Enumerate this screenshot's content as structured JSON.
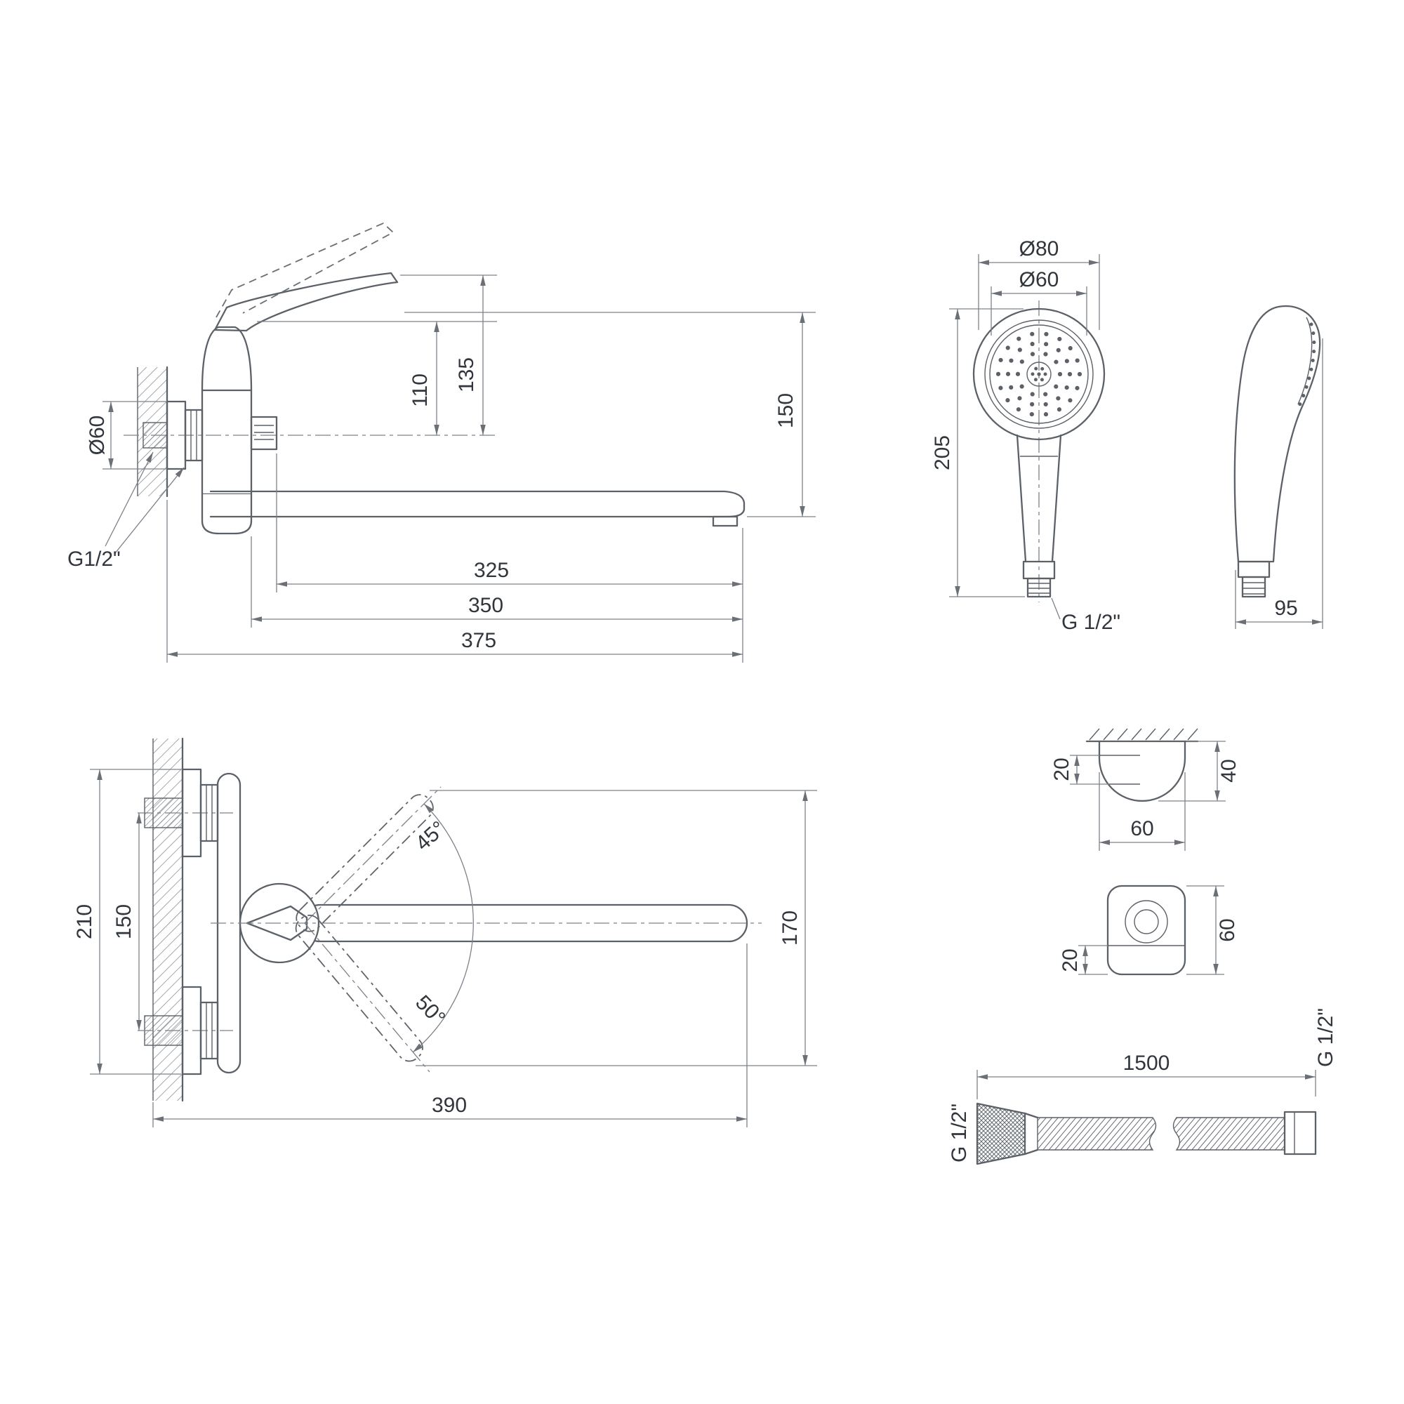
{
  "colors": {
    "line": "#5c6168",
    "dim_line": "#7c828a",
    "text": "#31363c",
    "background": "#ffffff"
  },
  "labels": {
    "faucet_side": {
      "dia60": "Ø60",
      "g_half": "G1/2\"",
      "d110": "110",
      "d135": "135",
      "d150": "150",
      "d325": "325",
      "d350": "350",
      "d375": "375"
    },
    "shower": {
      "dia80": "Ø80",
      "dia60": "Ø60",
      "d205": "205",
      "g_half": "G 1/2\"",
      "d95": "95"
    },
    "faucet_top": {
      "d210": "210",
      "d150": "150",
      "a45": "45°",
      "a50": "50°",
      "d170": "170",
      "d390": "390"
    },
    "bracket_side": {
      "d20": "20",
      "d40": "40",
      "d60": "60"
    },
    "bracket_front": {
      "d20": "20",
      "d60": "60"
    },
    "hose": {
      "d1500": "1500",
      "g_left": "G 1/2\"",
      "g_right": "G 1/2\""
    }
  }
}
